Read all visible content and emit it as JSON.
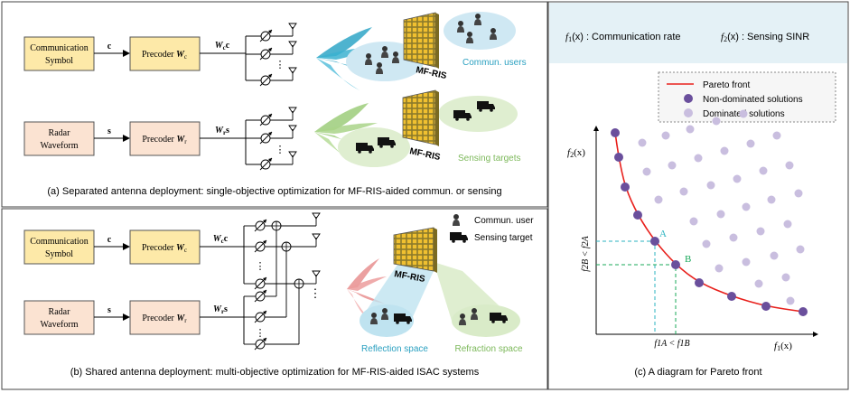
{
  "panel_a": {
    "comm_symbol_l1": "Communication",
    "comm_symbol_l2": "Symbol",
    "c_label": "c",
    "precoder_c_main": "Precoder ",
    "precoder_c_var": "W",
    "precoder_c_sub": "c",
    "wc_var": "W",
    "wc_sub": "c",
    "wc_tail": "c",
    "radar_l1": "Radar",
    "radar_l2": "Waveform",
    "s_label": "s",
    "precoder_r_main": "Precoder ",
    "precoder_r_var": "W",
    "precoder_r_sub": "r",
    "wr_var": "W",
    "wr_sub": "r",
    "wr_tail": "s",
    "dots": "⋮",
    "mfris_label": "MF-RIS",
    "commun_users": "Commun. users",
    "sensing_targets": "Sensing targets",
    "caption": "(a) Separated antenna deployment: single-objective optimization for MF-RIS-aided commun. or sensing"
  },
  "panel_b": {
    "comm_symbol_l1": "Communication",
    "comm_symbol_l2": "Symbol",
    "c_label": "c",
    "precoder_c_main": "Precoder ",
    "precoder_c_var": "W",
    "precoder_c_sub": "c",
    "wc_var": "W",
    "wc_sub": "c",
    "wc_tail": "c",
    "radar_l1": "Radar",
    "radar_l2": "Waveform",
    "s_label": "s",
    "precoder_r_main": "Precoder ",
    "precoder_r_var": "W",
    "precoder_r_sub": "r",
    "wr_var": "W",
    "wr_sub": "r",
    "wr_tail": "s",
    "dots": "⋮",
    "legend_user": "Commun. user",
    "legend_target": "Sensing target",
    "mfris_label": "MF-RIS",
    "reflection_space": "Reflection space",
    "refraction_space": "Refraction space",
    "caption": "(b) Shared antenna deployment: multi-objective optimization for MF-RIS-aided ISAC systems"
  },
  "panel_c": {
    "f1_def_name": "f",
    "f1_def_sub": "1",
    "f1_def_rest": "(x)  : Communication rate",
    "f2_def_name": "f",
    "f2_def_sub": "2",
    "f2_def_rest": "(x)  : Sensing SINR",
    "legend_pareto": "Pareto front",
    "legend_nondominated": "Non-dominated solutions",
    "legend_dominated": "Dominated solutions",
    "y_axis_name": "f",
    "y_axis_sub": "2",
    "y_axis_rest": "(x)",
    "x_axis_name": "f",
    "x_axis_sub": "1",
    "x_axis_rest": "(x)",
    "point_a": "A",
    "point_b": "B",
    "x_compare": "f1A < f1B",
    "y_compare": "f2B < f2A",
    "caption": "(c) A diagram for Pareto front",
    "colors": {
      "pareto": "#e8201c",
      "nondominated": "#6a4f9c",
      "dominated": "#c9bedf",
      "guide_a": "#2bb3c0",
      "guide_b": "#19a85a",
      "header_bg": "#e4f1f6"
    }
  }
}
